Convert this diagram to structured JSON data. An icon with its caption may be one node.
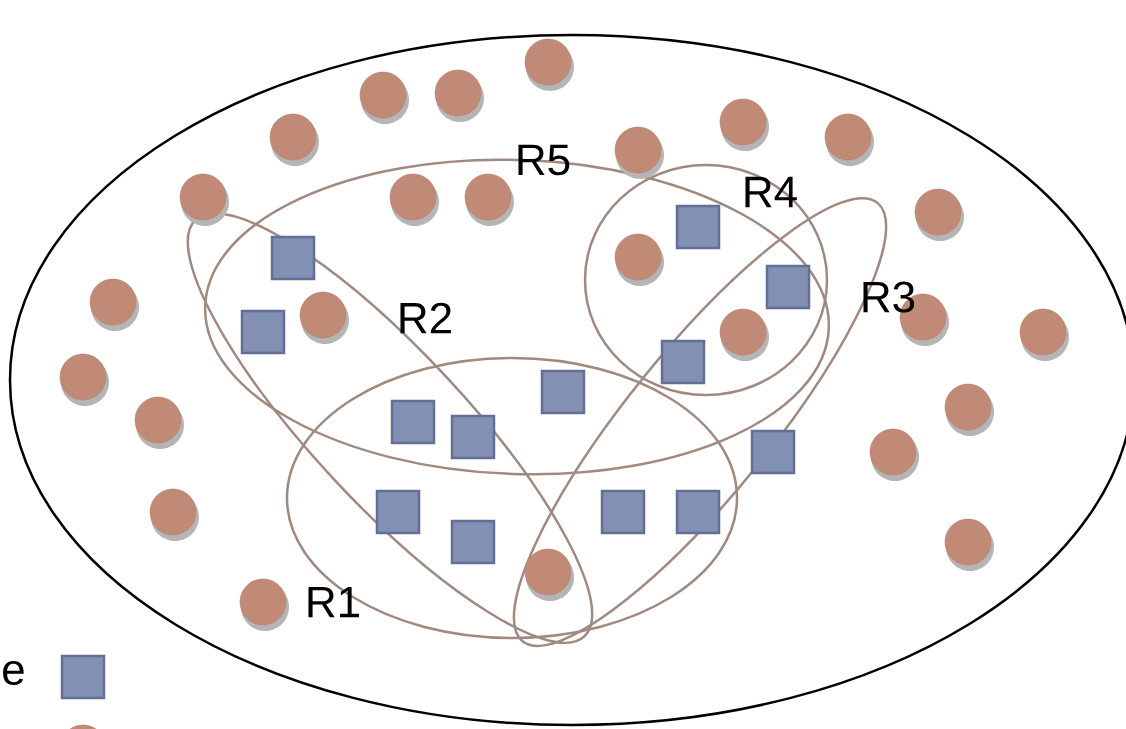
{
  "diagram": {
    "labels": [
      "R5",
      "R4",
      "R3",
      "R2",
      "R1"
    ],
    "legend": [
      {
        "text": "e"
      }
    ]
  }
}
